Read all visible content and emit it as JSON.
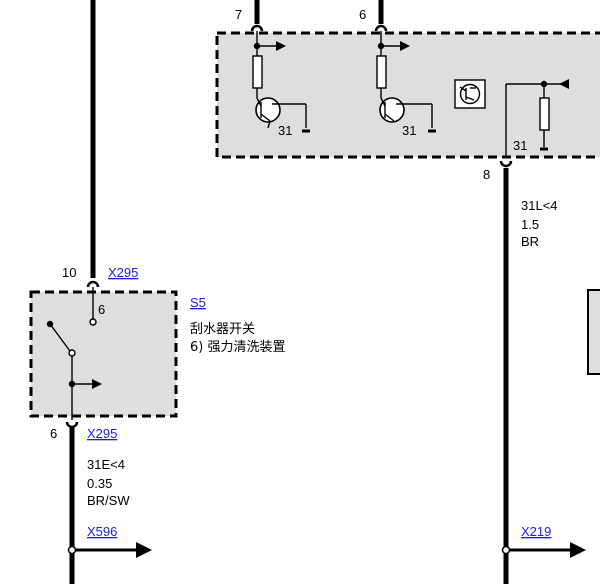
{
  "colors": {
    "wire": "#000000",
    "box_fill": "#dedede",
    "link": "#1a1aff",
    "background": "#ffffff"
  },
  "top_module": {
    "pins": {
      "left_top": "7",
      "mid_top": "6",
      "bottom": "8"
    },
    "ground_labels": [
      "31",
      "31",
      "31"
    ]
  },
  "wire_right": {
    "code": "31L<4",
    "gauge": "1.5",
    "color": "BR"
  },
  "switch": {
    "connector_top_pin": "10",
    "connector_top": "X295",
    "inner_pin": "6",
    "ref": "S5",
    "desc_line1": "刮水器开关",
    "desc_line2": "6) 强力清洗装置",
    "connector_bottom_pin": "6",
    "connector_bottom": "X295"
  },
  "wire_left": {
    "code": "31E<4",
    "gauge": "0.35",
    "color": "BR/SW"
  },
  "connectors_bottom": {
    "left": "X596",
    "right": "X219"
  }
}
